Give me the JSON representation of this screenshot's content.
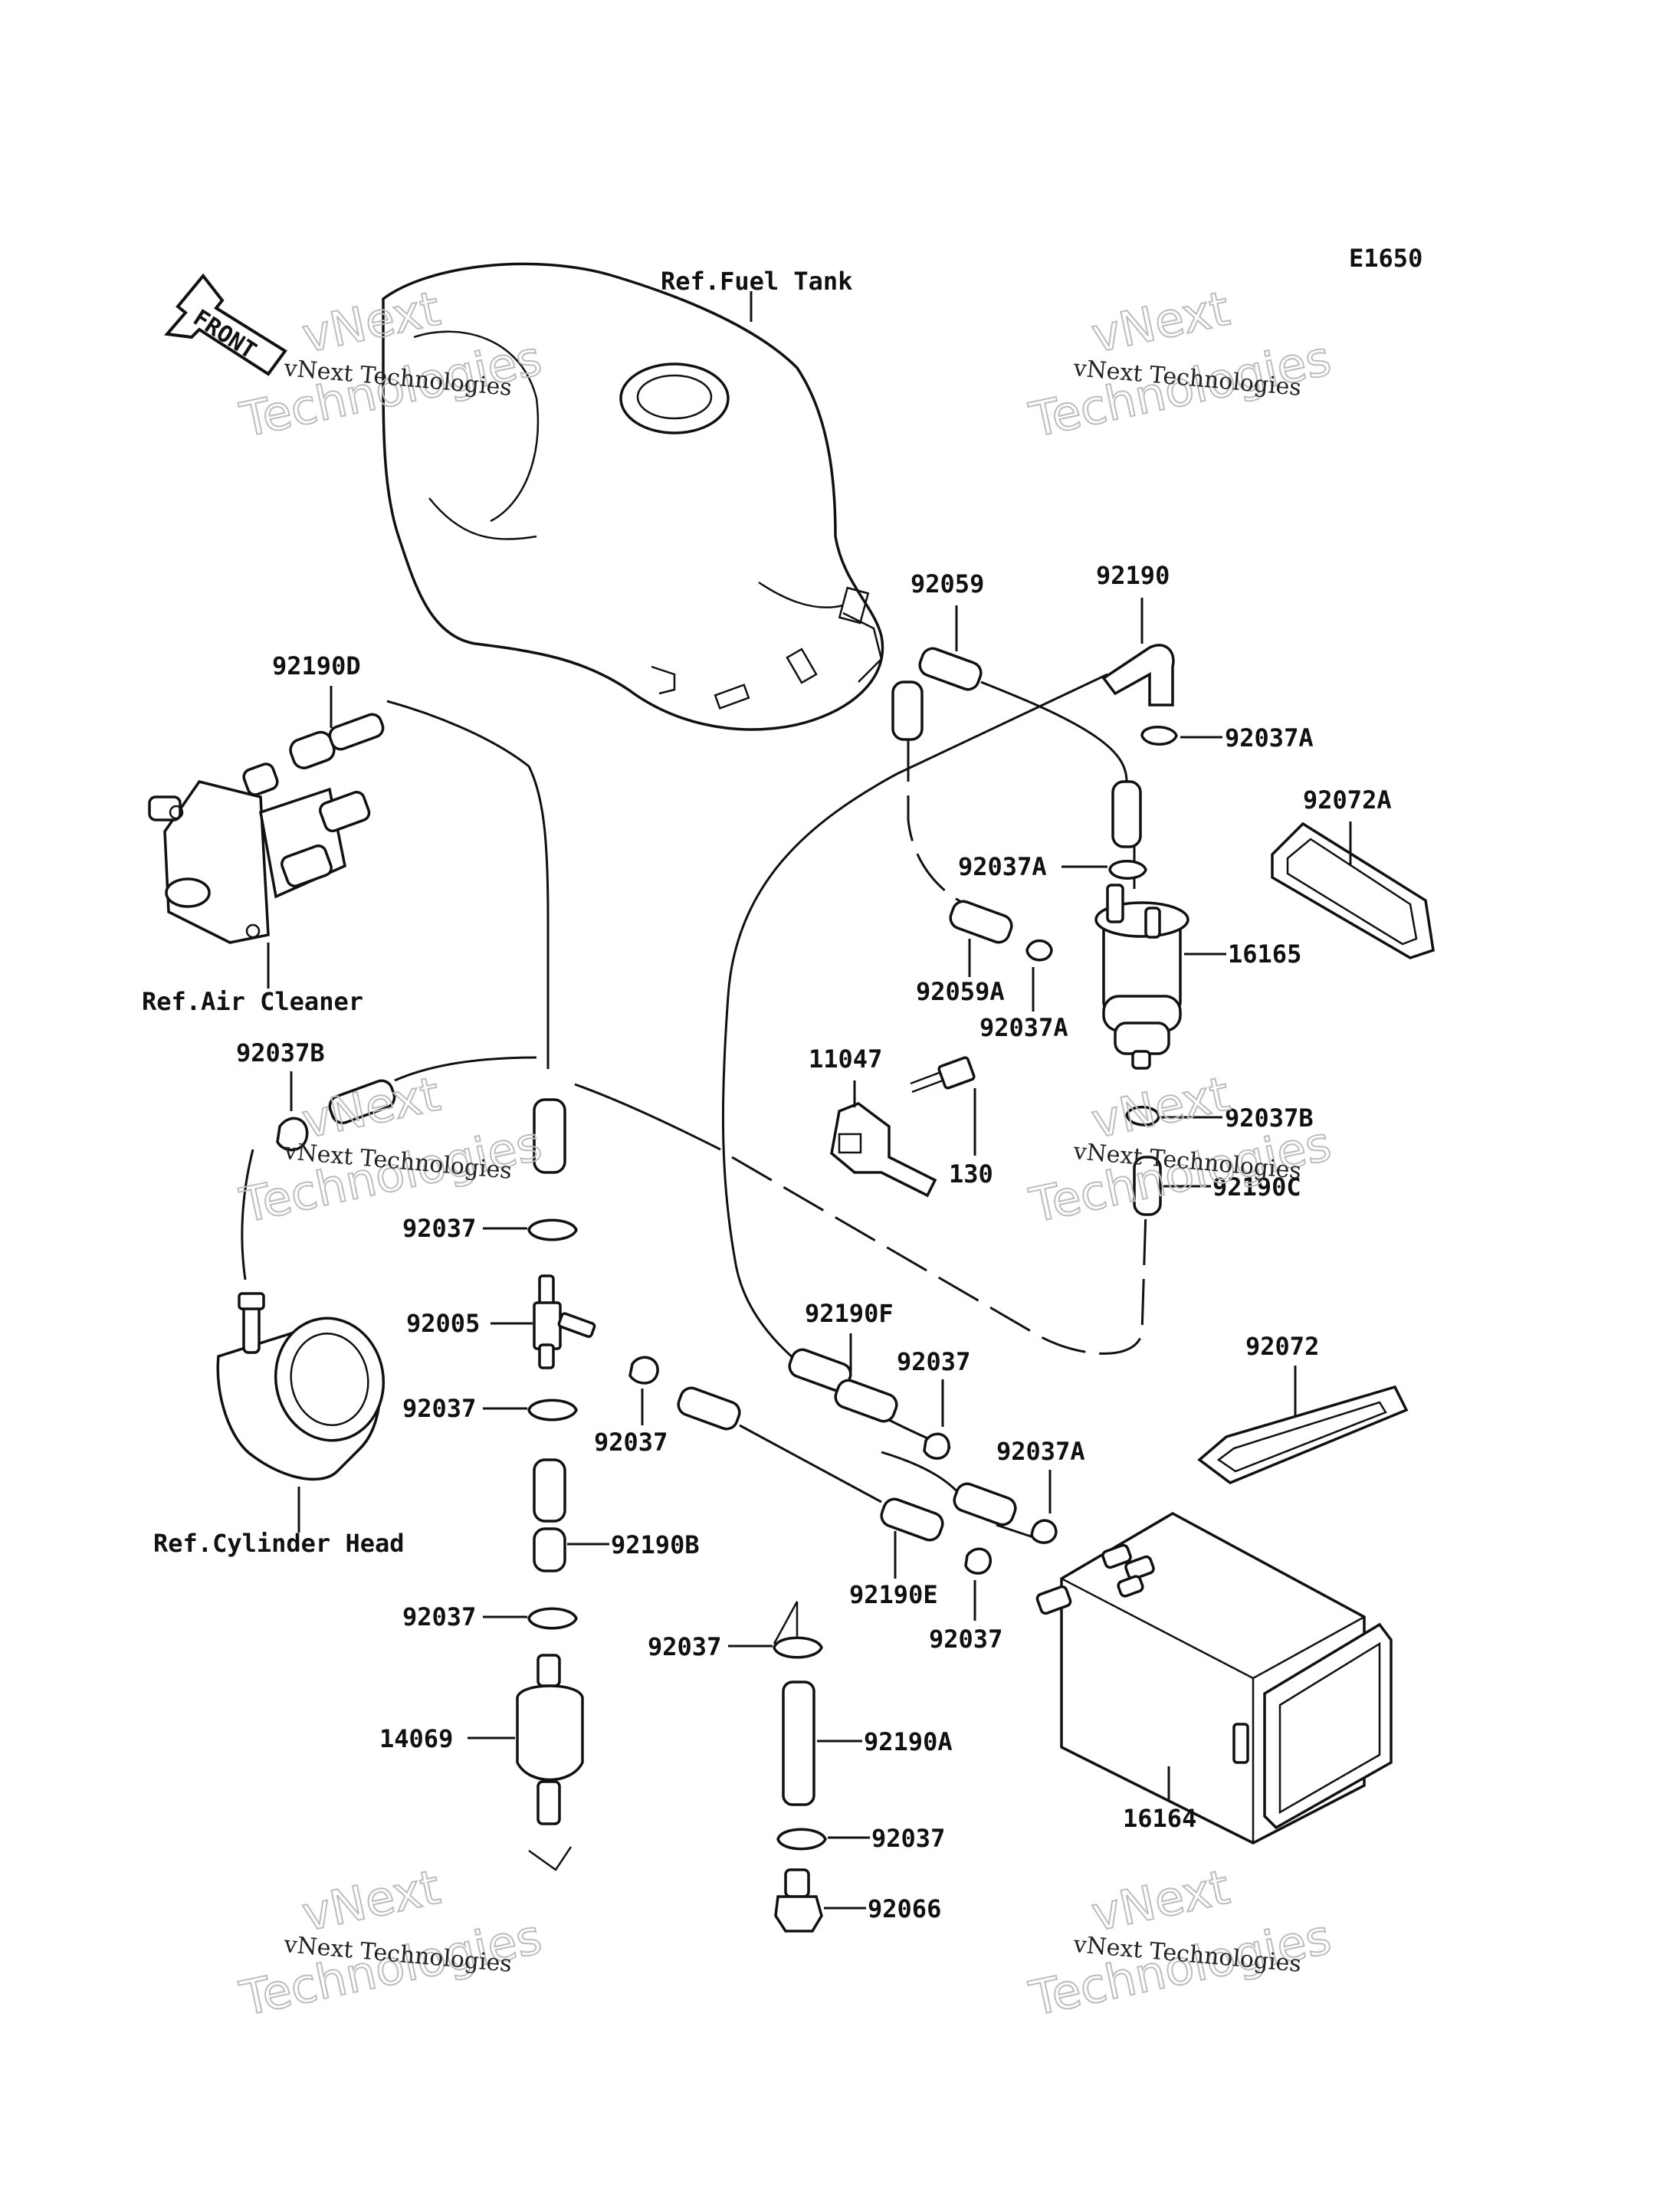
{
  "diagram_code": "E1650",
  "front_label": "FRONT",
  "watermark": {
    "line1": "vNext Technologies",
    "line2a": "vNext",
    "line2b": "Technologies"
  },
  "refs": {
    "fuel_tank": "Ref.Fuel Tank",
    "air_cleaner": "Ref.Air Cleaner",
    "cylinder_head": "Ref.Cylinder Head"
  },
  "parts": {
    "p92190D": "92190D",
    "p92059": "92059",
    "p92190": "92190",
    "p92037A_1": "92037A",
    "p92072A": "92072A",
    "p92037A_2": "92037A",
    "p16165": "16165",
    "p92059A": "92059A",
    "p92037A_3": "92037A",
    "p92037B_1": "92037B",
    "p11047": "11047",
    "p130": "130",
    "p92037B_2": "92037B",
    "p92190C": "92190C",
    "p92037_1": "92037",
    "p92005": "92005",
    "p92037_2": "92037",
    "p92037_3": "92037",
    "p92190F": "92190F",
    "p92037_4": "92037",
    "p92072": "92072",
    "p92037A_4": "92037A",
    "p92190B": "92190B",
    "p92190E": "92190E",
    "p92037_5": "92037",
    "p92037_6": "92037",
    "p92037_7": "92037",
    "p14069": "14069",
    "p92190A": "92190A",
    "p16164": "16164",
    "p92037_8": "92037",
    "p92066": "92066"
  }
}
